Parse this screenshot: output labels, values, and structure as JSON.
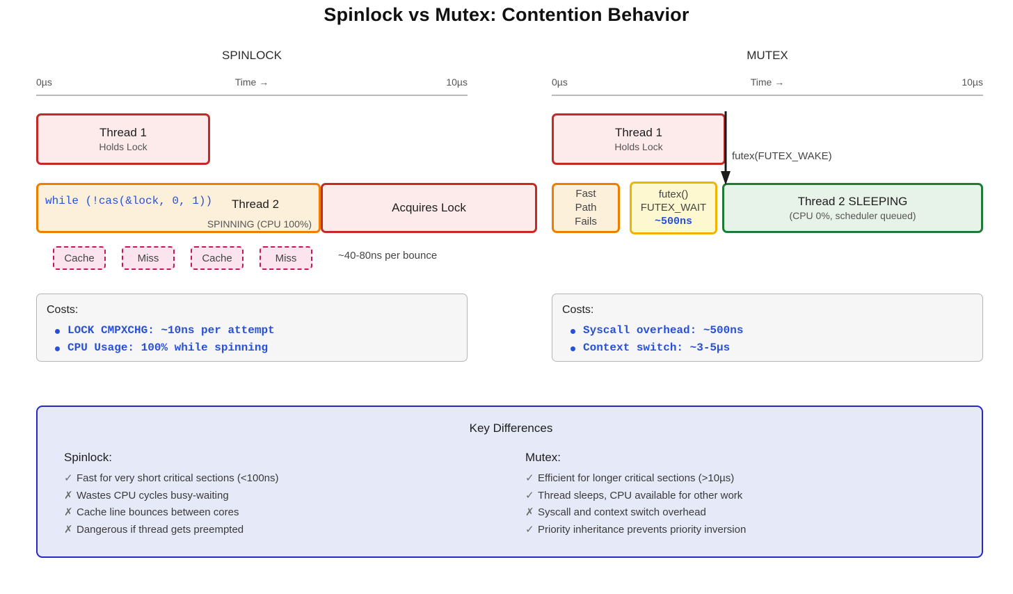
{
  "title": "Spinlock vs Mutex: Contention Behavior",
  "panels": {
    "spinlock": {
      "heading": "SPINLOCK",
      "axis": {
        "start": "0µs",
        "middle": "Time →",
        "end": "10µs"
      },
      "thread1": {
        "name": "Thread 1",
        "state": "Holds Lock"
      },
      "spinning": {
        "code": "while (!cas(&lock, 0, 1))",
        "name": "Thread 2",
        "state": "SPINNING (CPU 100%)"
      },
      "acquires": {
        "label": "Acquires Lock"
      },
      "bounces": [
        "Cache",
        "Miss",
        "Cache",
        "Miss"
      ],
      "bounce_note": "~40-80ns per bounce",
      "costs": {
        "header": "Costs:",
        "items": [
          "LOCK CMPXCHG: ~10ns per attempt",
          "CPU Usage: 100% while spinning"
        ]
      }
    },
    "mutex": {
      "heading": "MUTEX",
      "axis": {
        "start": "0µs",
        "middle": "Time →",
        "end": "10µs"
      },
      "thread1": {
        "name": "Thread 1",
        "state": "Holds Lock"
      },
      "fast_path": {
        "line1": "Fast",
        "line2": "Path",
        "line3": "Fails"
      },
      "futex": {
        "line1": "futex()",
        "line2": "FUTEX_WAIT",
        "line3": "~500ns"
      },
      "wake_label": "futex(FUTEX_WAKE)",
      "sleeping": {
        "name": "Thread 2 SLEEPING",
        "state": "(CPU 0%, scheduler queued)"
      },
      "costs": {
        "header": "Costs:",
        "items": [
          "Syscall overhead: ~500ns",
          "Context switch: ~3-5µs"
        ]
      }
    }
  },
  "key_differences": {
    "title": "Key Differences",
    "spinlock": {
      "heading": "Spinlock:",
      "items": [
        {
          "mark": "✓",
          "text": "Fast for very short critical sections (<100ns)"
        },
        {
          "mark": "✗",
          "text": "Wastes CPU cycles busy-waiting"
        },
        {
          "mark": "✗",
          "text": "Cache line bounces between cores"
        },
        {
          "mark": "✗",
          "text": "Dangerous if thread gets preempted"
        }
      ]
    },
    "mutex": {
      "heading": "Mutex:",
      "items": [
        {
          "mark": "✓",
          "text": "Efficient for longer critical sections (>10µs)"
        },
        {
          "mark": "✓",
          "text": "Thread sleeps, CPU available for other work"
        },
        {
          "mark": "✗",
          "text": "Syscall and context switch overhead"
        },
        {
          "mark": "✓",
          "text": "Priority inheritance prevents priority inversion"
        }
      ]
    }
  },
  "colors": {
    "red": "#c62828",
    "orange": "#ef7d00",
    "yellow": "#f0b400",
    "green": "#1f7a33",
    "blue_code": "#2750d8",
    "pink_dash": "#c2185b",
    "panel_border": "#2727c7"
  }
}
